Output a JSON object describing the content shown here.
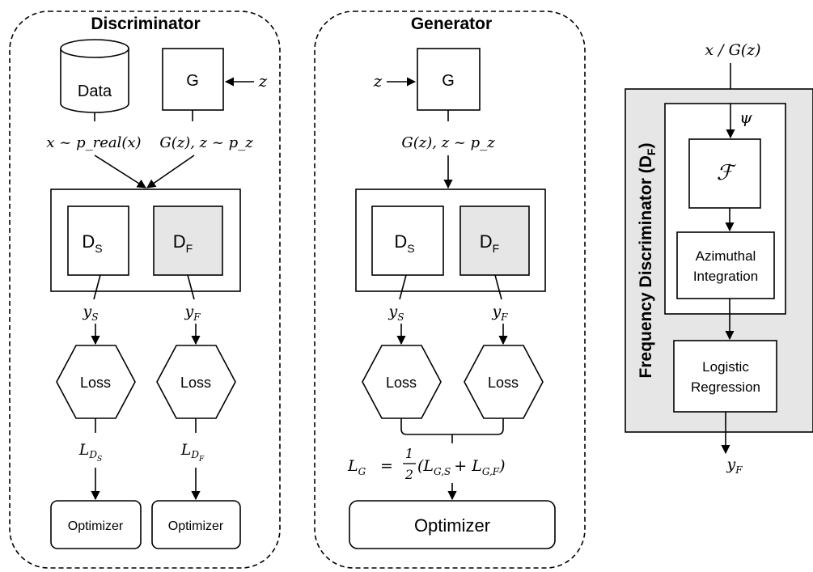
{
  "discriminator": {
    "title": "Discriminator",
    "data_label": "Data",
    "g_label": "G",
    "z_label": "z",
    "real_dist": "x ~ p_real(x)",
    "gen_dist": "G(z), z ~ p_z",
    "ds": {
      "main": "D",
      "sub": "S"
    },
    "df": {
      "main": "D",
      "sub": "F"
    },
    "ys": {
      "main": "y",
      "sub": "S"
    },
    "yf": {
      "main": "y",
      "sub": "F"
    },
    "loss_s": "Loss",
    "loss_f": "Loss",
    "lds": {
      "main": "L",
      "sub": "D",
      "subsub": "S"
    },
    "ldf": {
      "main": "L",
      "sub": "D",
      "subsub": "F"
    },
    "optimizer_s": "Optimizer",
    "optimizer_f": "Optimizer"
  },
  "generator": {
    "title": "Generator",
    "z_label": "z",
    "g_label": "G",
    "gen_dist": "G(z), z ~ p_z",
    "ds": {
      "main": "D",
      "sub": "S"
    },
    "df": {
      "main": "D",
      "sub": "F"
    },
    "ys": {
      "main": "y",
      "sub": "S"
    },
    "yf": {
      "main": "y",
      "sub": "F"
    },
    "loss_s": "Loss",
    "loss_f": "Loss",
    "lg": {
      "lhs": "L",
      "lhs_sub": "G",
      "eq": "=",
      "num": "1",
      "den": "2",
      "open": "(L",
      "t1": "G,S",
      "plus": "+ L",
      "t2": "G,F",
      "close": ")"
    },
    "optimizer": "Optimizer"
  },
  "frequency": {
    "input_label": "x / G(z)",
    "title_main": "Frequency Discriminator (D",
    "title_sub": "F",
    "title_end": ")",
    "psi": "ψ",
    "fourier": "ℱ",
    "azimuthal_line1": "Azimuthal",
    "azimuthal_line2": "Integration",
    "logistic_line1": "Logistic",
    "logistic_line2": "Regression",
    "yf": {
      "main": "y",
      "sub": "F"
    }
  },
  "colors": {
    "stroke": "#000000",
    "gray_fill": "#e6e6e6",
    "white": "#ffffff"
  }
}
